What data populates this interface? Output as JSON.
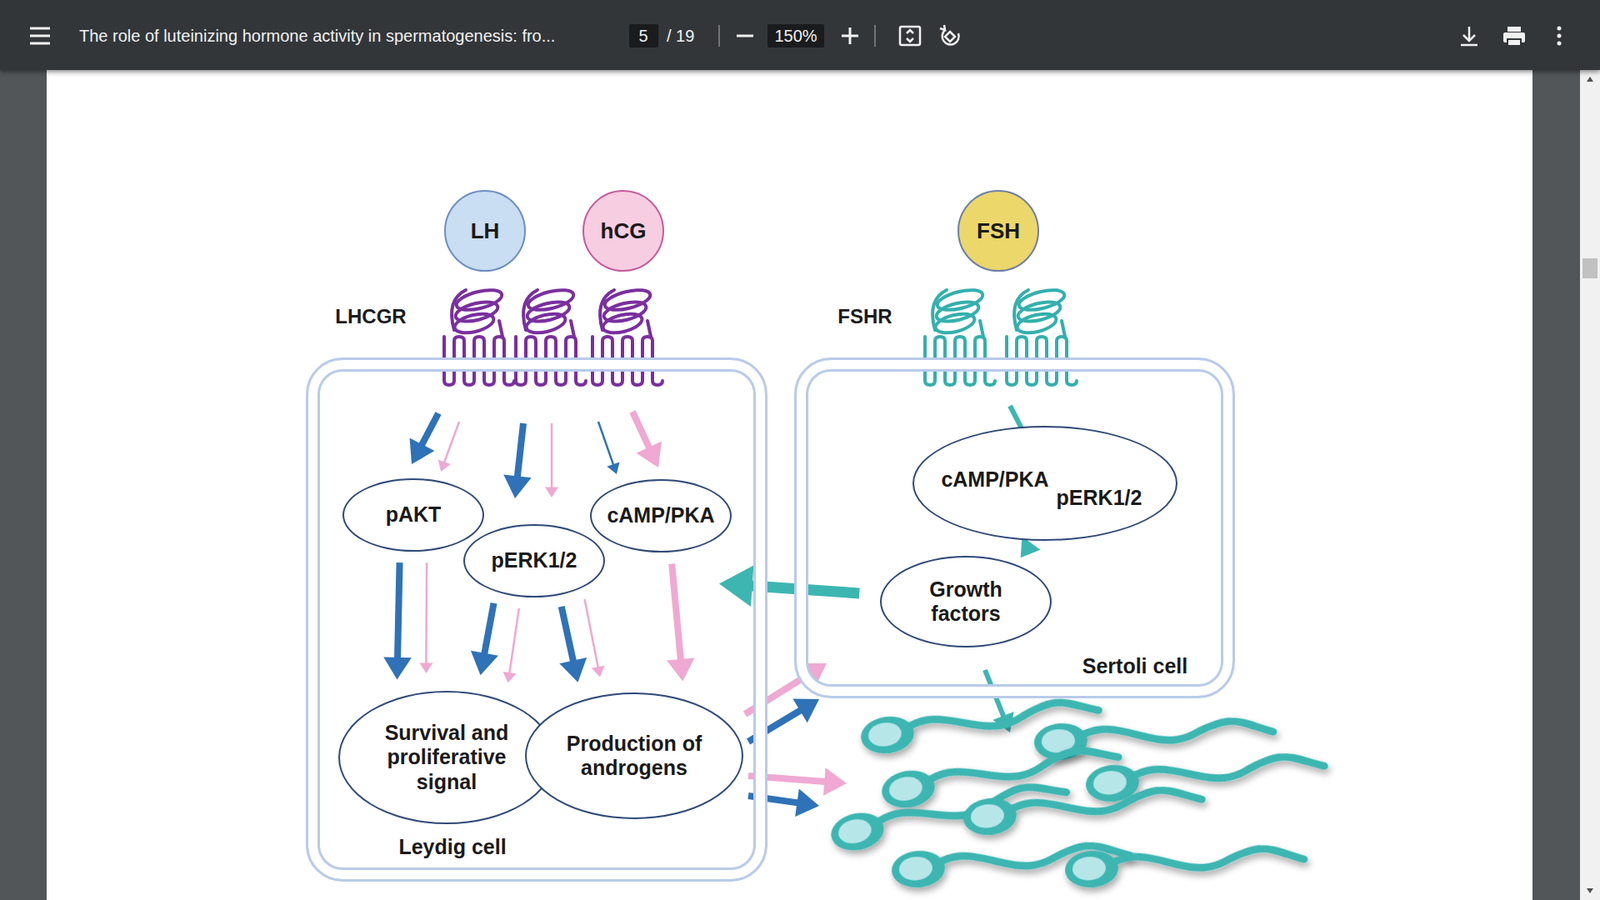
{
  "diagram": {
    "nodes": [
      {
        "text": [
          "LH"
        ]
      },
      {
        "text": [
          "hCG"
        ]
      },
      {
        "text": [
          "FSH"
        ]
      },
      {
        "text": [
          "Leydig cell"
        ]
      },
      {
        "text": [
          "pAKT"
        ],
        "in": 3
      },
      {
        "text": [
          "cAMP/PKA"
        ],
        "in": 3
      },
      {
        "text": [
          "pERK1/2"
        ],
        "in": 3
      },
      {
        "text": [
          "Survival and proliferative signal"
        ],
        "in": 3
      },
      {
        "text": [
          "Production of androgens"
        ],
        "in": 3
      },
      {
        "text": [
          "Sertoli cell"
        ]
      },
      {
        "text": [
          "cAMP/PKA",
          "pERK1/2"
        ],
        "in": 9
      },
      {
        "text": [
          "Growth factors"
        ],
        "in": 9
      }
    ],
    "edges": [
      {
        "from": 4,
        "to": 7,
        "arrow": "to"
      },
      {
        "from": 4,
        "to": 7,
        "arrow": "to"
      },
      {
        "from": 6,
        "to": 7,
        "arrow": "to"
      },
      {
        "from": 6,
        "to": 7,
        "arrow": "to"
      },
      {
        "from": 6,
        "to": 8,
        "arrow": "to"
      },
      {
        "from": 6,
        "to": 8,
        "arrow": "to"
      },
      {
        "from": 5,
        "to": 8,
        "arrow": "to"
      },
      {
        "from": 10,
        "to": 11,
        "arrow": "to"
      },
      {
        "from": 11,
        "to": 3,
        "arrow": "to"
      }
    ],
    "labels": [
      "The role of luteinizing hormone activity in spermatogenesis: fro...",
      "5",
      "/ 19",
      "150%",
      "LHCGR",
      "FSHR"
    ]
  }
}
